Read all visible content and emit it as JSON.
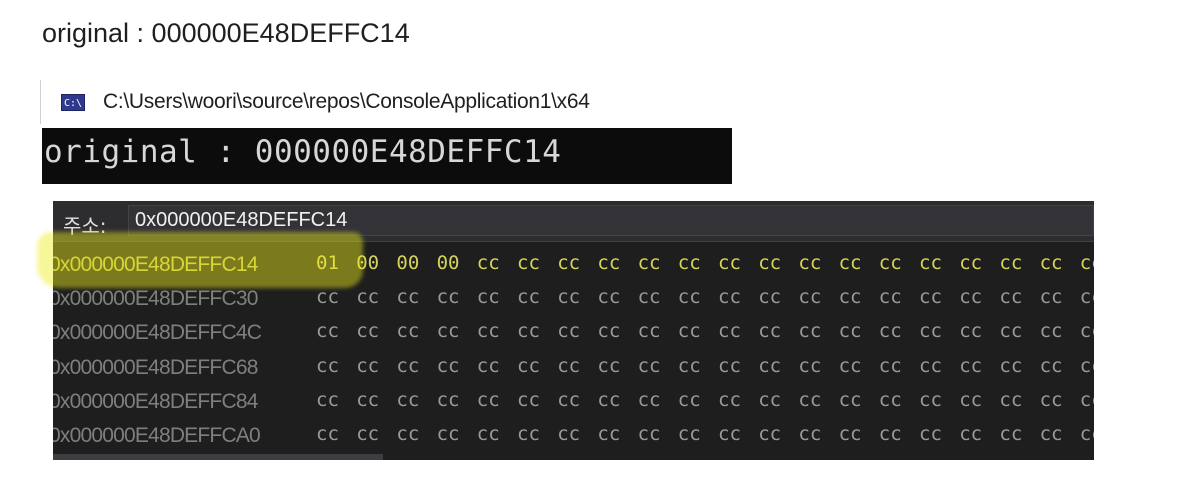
{
  "heading": "original : 000000E48DEFFC14",
  "console": {
    "icon_text": "C:\\",
    "title_path": "C:\\Users\\woori\\source\\repos\\ConsoleApplication1\\x64",
    "output_line": "original : 000000E48DEFFC14"
  },
  "memory": {
    "address_label": "주소:",
    "address_value": "0x000000E48DEFFC14",
    "rows": [
      {
        "address": "0x000000E48DEFFC14",
        "bytes": [
          "01",
          "00",
          "00",
          "00",
          "cc",
          "cc",
          "cc",
          "cc",
          "cc",
          "cc",
          "cc",
          "cc",
          "cc",
          "cc",
          "cc",
          "cc",
          "cc",
          "cc",
          "cc",
          "cc"
        ]
      },
      {
        "address": "0x000000E48DEFFC30",
        "bytes": [
          "cc",
          "cc",
          "cc",
          "cc",
          "cc",
          "cc",
          "cc",
          "cc",
          "cc",
          "cc",
          "cc",
          "cc",
          "cc",
          "cc",
          "cc",
          "cc",
          "cc",
          "cc",
          "cc",
          "cc"
        ]
      },
      {
        "address": "0x000000E48DEFFC4C",
        "bytes": [
          "cc",
          "cc",
          "cc",
          "cc",
          "cc",
          "cc",
          "cc",
          "cc",
          "cc",
          "cc",
          "cc",
          "cc",
          "cc",
          "cc",
          "cc",
          "cc",
          "cc",
          "cc",
          "cc",
          "cc"
        ]
      },
      {
        "address": "0x000000E48DEFFC68",
        "bytes": [
          "cc",
          "cc",
          "cc",
          "cc",
          "cc",
          "cc",
          "cc",
          "cc",
          "cc",
          "cc",
          "cc",
          "cc",
          "cc",
          "cc",
          "cc",
          "cc",
          "cc",
          "cc",
          "cc",
          "cc"
        ]
      },
      {
        "address": "0x000000E48DEFFC84",
        "bytes": [
          "cc",
          "cc",
          "cc",
          "cc",
          "cc",
          "cc",
          "cc",
          "cc",
          "cc",
          "cc",
          "cc",
          "cc",
          "cc",
          "cc",
          "cc",
          "cc",
          "cc",
          "cc",
          "cc",
          "cc"
        ]
      },
      {
        "address": "0x000000E48DEFFCA0",
        "bytes": [
          "cc",
          "cc",
          "cc",
          "cc",
          "cc",
          "cc",
          "cc",
          "cc",
          "cc",
          "cc",
          "cc",
          "cc",
          "cc",
          "cc",
          "cc",
          "cc",
          "cc",
          "cc",
          "cc",
          "cc"
        ]
      }
    ]
  },
  "colors": {
    "highlight": "#eeee1e",
    "memory_bg": "#1e1e1e",
    "console_bg": "#0c0c0c"
  }
}
